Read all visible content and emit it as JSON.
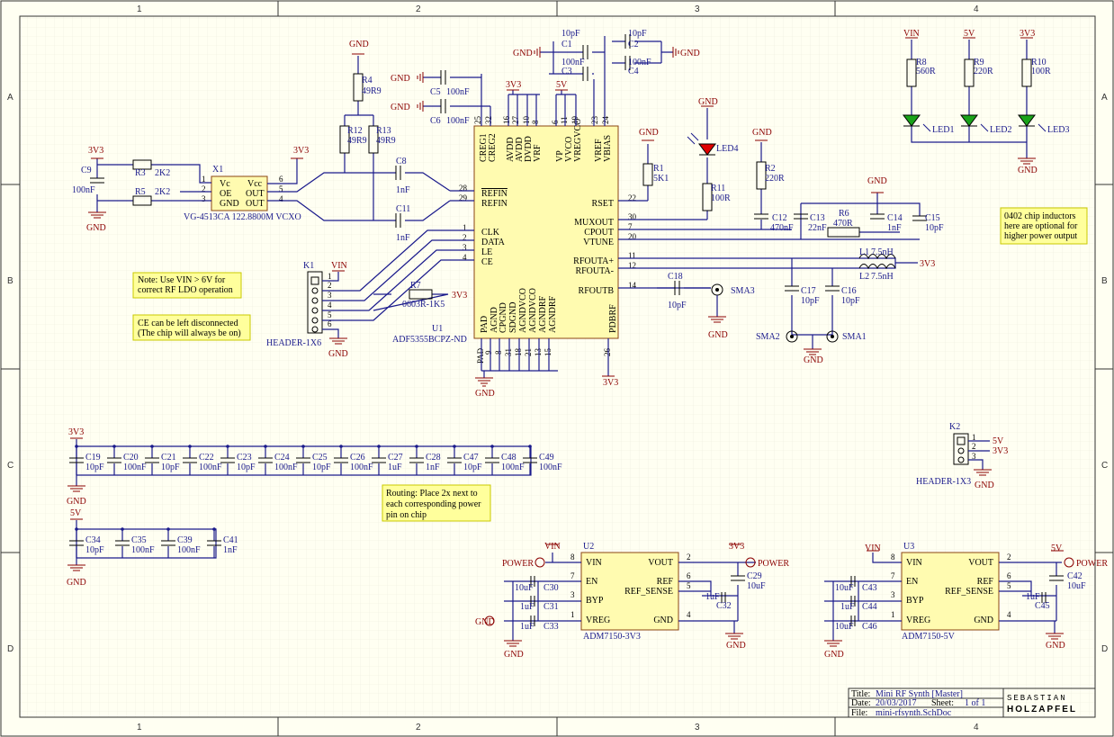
{
  "border": {
    "columns": [
      "1",
      "2",
      "3",
      "4"
    ],
    "rows": [
      "A",
      "B",
      "C",
      "D"
    ]
  },
  "title_block": {
    "title_label": "Title:",
    "title": "Mini RF Synth [Master]",
    "date_label": "Date:",
    "date": "20/03/2017",
    "sheet_label": "Sheet:",
    "sheet": "1 of 1",
    "file_label": "File:",
    "file": "mini-rfsynth.SchDoc",
    "author_line1": "SEBASTIAN",
    "author_line2": "HOLZAPFEL"
  },
  "notes": {
    "vin_note": [
      "Note: Use VIN > 6V for",
      "correct RF LDO operation"
    ],
    "ce_note": [
      "CE can be left disconnected",
      "(The chip will always be on)"
    ],
    "inductor_note": [
      "0402 chip inductors",
      "here are optional for",
      "higher power output"
    ],
    "routing_note": [
      "Routing: Place 2x next to",
      "each corresponding power",
      "pin on chip"
    ]
  },
  "u1": {
    "ref": "U1",
    "part": "ADF5355BCPZ-ND",
    "top_pins": [
      "CREG1",
      "CREG2",
      "AVDD",
      "AVDD",
      "DVDD",
      "VRF",
      "VP",
      "VVCO",
      "VREGVCO",
      "VREF",
      "VBIAS"
    ],
    "top_nums": [
      "25",
      "32",
      "16",
      "27",
      "10",
      "8",
      "6",
      "11",
      "19",
      "23",
      "24"
    ],
    "left_pins": [
      "REFIN",
      "REFIN",
      "CLK",
      "DATA",
      "LE",
      "CE"
    ],
    "left_nums": [
      "28",
      "29",
      "1",
      "2",
      "3",
      "4"
    ],
    "right_pins": [
      "RSET",
      "MUXOUT",
      "CPOUT",
      "VTUNE",
      "RFOUTA+",
      "RFOUTA-",
      "RFOUTB"
    ],
    "right_nums": [
      "22",
      "30",
      "7",
      "20",
      "11",
      "12",
      "14"
    ],
    "bottom_pins": [
      "PAD",
      "AGND",
      "CPGND",
      "SDGND",
      "AGNDVCO",
      "AGNDVCO",
      "AGNDRF",
      "AGNDRF",
      "PDBRF"
    ],
    "bottom_nums": [
      "PAD",
      "9",
      "8",
      "31",
      "18",
      "21",
      "13",
      "15",
      "26"
    ]
  },
  "x1": {
    "ref": "X1",
    "part": "VG-4513CA 122.8800M VCXO",
    "pins_left": [
      "Vc",
      "OE",
      "GND"
    ],
    "pins_right": [
      "Vcc",
      "OUT",
      "OUT"
    ],
    "nums_left": [
      "1",
      "2",
      "3"
    ],
    "nums_right": [
      "6",
      "5",
      "4"
    ]
  },
  "k1": {
    "ref": "K1",
    "part": "HEADER-1X6",
    "pins": [
      "1",
      "2",
      "3",
      "4",
      "5",
      "6"
    ]
  },
  "k2": {
    "ref": "K2",
    "part": "HEADER-1X3",
    "pins": [
      "1",
      "2",
      "3"
    ]
  },
  "ldo1": {
    "ref": "U2",
    "part": "ADM7150-3V3",
    "pins_left": [
      "VIN",
      "EN",
      "BYP",
      "VREG"
    ],
    "nums_left": [
      "8",
      "7",
      "3",
      "1"
    ],
    "pins_right": [
      "VOUT",
      "REF",
      "REF_SENSE",
      "GND"
    ],
    "nums_right": [
      "2",
      "6",
      "5",
      "4"
    ]
  },
  "ldo2": {
    "ref": "U3",
    "part": "ADM7150-5V",
    "pins_left": [
      "VIN",
      "EN",
      "BYP",
      "VREG"
    ],
    "nums_left": [
      "8",
      "7",
      "3",
      "1"
    ],
    "pins_right": [
      "VOUT",
      "REF",
      "REF_SENSE",
      "GND"
    ],
    "nums_right": [
      "2",
      "6",
      "5",
      "4"
    ]
  },
  "nets": {
    "gnd": "GND",
    "v3v3": "3V3",
    "v5": "5V",
    "vin": "VIN",
    "power": "POWER",
    "sma1": "SMA1",
    "sma2": "SMA2",
    "sma3": "SMA3"
  },
  "labels": {
    "c1": "C1",
    "c1v": "10pF",
    "c2": "C2",
    "c2v": "10pF",
    "c3": "C3",
    "c3v": "100nF",
    "c4": "C4",
    "c4v": "100nF",
    "c5": "C5",
    "c5v": "100nF",
    "c6": "C6",
    "c6v": "100nF",
    "r4": "R4",
    "r4v": "49R9",
    "r12": "R12",
    "r12v": "49R9",
    "r13": "R13",
    "r13v": "49R9",
    "c8": "C8",
    "c8v": "1nF",
    "c11": "C11",
    "c11v": "1nF",
    "c9": "C9",
    "c9v": "100nF",
    "r3": "R3",
    "r3v": "2K2",
    "r5": "R5",
    "r5v": "2K2",
    "r1": "R1",
    "r1v": "5K1",
    "r11": "R11",
    "r11v": "100R",
    "led4": "LED4",
    "r2": "R2",
    "r2v": "220R",
    "c12": "C12",
    "c12v": "470nF",
    "c13": "C13",
    "c13v": "22nF",
    "r6": "R6",
    "r6v": "470R",
    "c14": "C14",
    "c14v": "1nF",
    "c15": "C15",
    "c15v": "10pF",
    "l1": "L1",
    "l1v": "7.5nH",
    "l2": "L2",
    "l2v": "7.5nH",
    "c17": "C17",
    "c17v": "10pF",
    "c16": "C16",
    "c16v": "10pF",
    "c18": "C18",
    "c18v": "10pF",
    "r7": "R7",
    "r7v": "0603R-1K5",
    "r8": "R8",
    "r8v": "560R",
    "r9": "R9",
    "r9v": "220R",
    "r10": "R10",
    "r10v": "100R",
    "led1": "LED1",
    "led2": "LED2",
    "led3": "LED3"
  },
  "decoupling_3v3": [
    {
      "ref": "C19",
      "val": "10pF"
    },
    {
      "ref": "C20",
      "val": "100nF"
    },
    {
      "ref": "C21",
      "val": "10pF"
    },
    {
      "ref": "C22",
      "val": "100nF"
    },
    {
      "ref": "C23",
      "val": "10pF"
    },
    {
      "ref": "C24",
      "val": "100nF"
    },
    {
      "ref": "C25",
      "val": "10pF"
    },
    {
      "ref": "C26",
      "val": "100nF"
    },
    {
      "ref": "C27",
      "val": "1uF"
    },
    {
      "ref": "C28",
      "val": "1nF"
    },
    {
      "ref": "C47",
      "val": "10pF"
    },
    {
      "ref": "C48",
      "val": "100nF"
    },
    {
      "ref": "C49",
      "val": "100nF"
    }
  ],
  "decoupling_5v": [
    {
      "ref": "C34",
      "val": "10pF"
    },
    {
      "ref": "C35",
      "val": "100nF"
    },
    {
      "ref": "C39",
      "val": "100nF"
    },
    {
      "ref": "C41",
      "val": "1nF"
    }
  ],
  "ldo1_caps": {
    "c30": "C30",
    "c30v": "10uF",
    "c31": "C31",
    "c31v": "1uF",
    "c33": "C33",
    "c33v": "1uF",
    "c32": "C32",
    "c32v": "1uF",
    "c29": "C29",
    "c29v": "10uF"
  },
  "ldo2_caps": {
    "c43": "C43",
    "c43v": "10uF",
    "c44": "C44",
    "c44v": "1uF",
    "c46": "C46",
    "c46v": "10uF",
    "c45": "C45",
    "c45v": "1uF",
    "c42": "C42",
    "c42v": "10uF"
  }
}
